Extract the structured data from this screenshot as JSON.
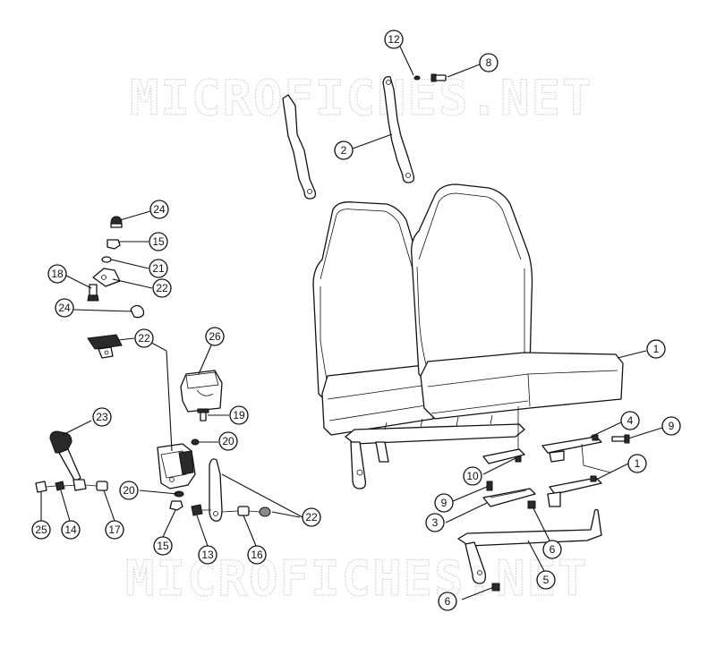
{
  "watermark": {
    "text": "MICROFICHES.NET"
  },
  "callouts": [
    {
      "label": "12"
    },
    {
      "label": "8"
    },
    {
      "label": "2"
    },
    {
      "label": "24"
    },
    {
      "label": "15"
    },
    {
      "label": "21"
    },
    {
      "label": "18"
    },
    {
      "label": "22"
    },
    {
      "label": "24"
    },
    {
      "label": "22"
    },
    {
      "label": "26"
    },
    {
      "label": "1"
    },
    {
      "label": "23"
    },
    {
      "label": "19"
    },
    {
      "label": "20"
    },
    {
      "label": "4"
    },
    {
      "label": "9"
    },
    {
      "label": "10"
    },
    {
      "label": "1"
    },
    {
      "label": "20"
    },
    {
      "label": "9"
    },
    {
      "label": "3"
    },
    {
      "label": "22"
    },
    {
      "label": "25"
    },
    {
      "label": "14"
    },
    {
      "label": "17"
    },
    {
      "label": "15"
    },
    {
      "label": "13"
    },
    {
      "label": "16"
    },
    {
      "label": "6"
    },
    {
      "label": "5"
    },
    {
      "label": "6"
    }
  ]
}
